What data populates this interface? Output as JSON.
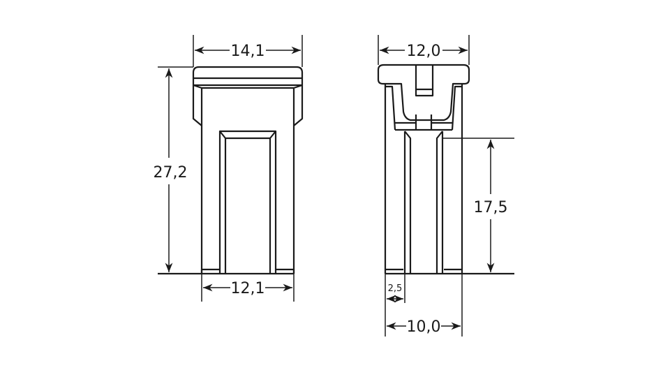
{
  "front_view": {
    "width_top": "14,1",
    "height": "27,2",
    "width_bottom": "12,1"
  },
  "side_view": {
    "width_top": "12,0",
    "terminal_length": "17,5",
    "terminal_width": "2,5",
    "width_bottom": "10,0"
  },
  "colors": {
    "line": "#1a1a1a",
    "background": "#ffffff"
  }
}
